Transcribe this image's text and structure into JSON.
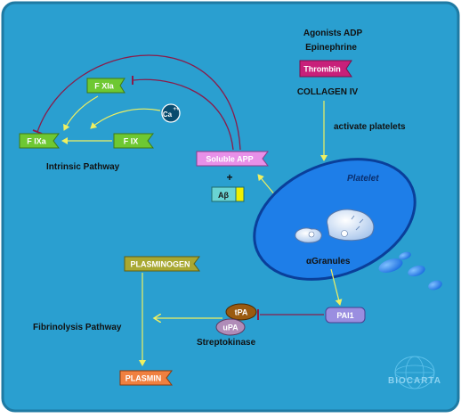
{
  "colors": {
    "background": "#2a9fd0",
    "frame": "#1f7aa3",
    "platelet": "#1e7ee8",
    "platelet_edge": "#0a3f9a",
    "green_factor": "#6ec832",
    "arrow_yellow": "#f0f060",
    "arrow_maroon": "#8a1c4a",
    "thrombin": "#c8207a",
    "soluble_app": "#e890e8",
    "abeta": "#69d3d3",
    "plasminogen": "#a8a832",
    "plasmin": "#f08040",
    "pai1": "#9a8ee0",
    "tpa": "#9a5a10",
    "upa": "#b08cb8"
  },
  "agonists": {
    "line1": "Agonists ADP",
    "line2": "Epinephrine",
    "collagen": "COLLAGEN IV",
    "activate": "activate platelets"
  },
  "factors": {
    "thrombin": "Thrombin",
    "fxia": "F XIa",
    "fixa": "F IXa",
    "fix": "F IX",
    "ca": "Ca",
    "ca_sup": "++",
    "intrinsic": "Intrinsic Pathway"
  },
  "app": {
    "soluble": "Soluble APP",
    "plus": "+",
    "abeta": "Aβ"
  },
  "platelet": {
    "label": "Platelet",
    "granules": "αGranules"
  },
  "fibrinolysis": {
    "plasminogen": "PLASMINOGEN",
    "pathway": "Fibrinolysis Pathway",
    "plasmin": "PLASMIN",
    "tpa": "tPA",
    "upa": "uPA",
    "streptokinase": "Streptokinase",
    "pai1": "PAI1"
  },
  "logo": {
    "text": "BIOCARTA"
  }
}
